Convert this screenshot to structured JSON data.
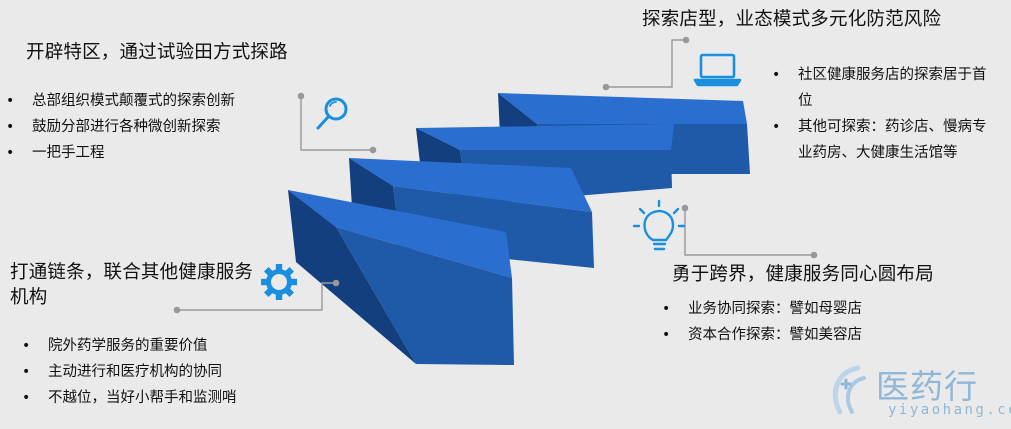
{
  "sections": {
    "top_left": {
      "title": "开辟特区，通过试验田方式探路",
      "bullets": [
        "总部组织模式颠覆式的探索创新",
        "鼓励分部进行各种微创新探索",
        "一把手工程"
      ]
    },
    "top_right": {
      "title": "探索店型，业态模式多元化防范风险",
      "bullets": [
        "社区健康服务店的探索居于首位",
        "其他可探索：药诊店、慢病专业药房、大健康生活馆等"
      ]
    },
    "bottom_left": {
      "title": "打通链条，联合其他健康服务机构",
      "bullets": [
        "院外药学服务的重要价值",
        "主动进行和医疗机构的协同",
        "不越位，当好小帮手和监测哨"
      ]
    },
    "bottom_right": {
      "title": "勇于跨界，健康服务同心圆布局",
      "bullets": [
        "业务协同探索：譬如母婴店",
        "资本合作探索：譬如美容店"
      ]
    }
  },
  "icons": [
    "search-icon",
    "laptop-icon",
    "gear-icon",
    "lightbulb-icon"
  ],
  "watermark": {
    "name": "医药行",
    "url": "yiyaohang.com"
  },
  "colors": {
    "background": "#eaeaea",
    "step_top": "#2a6fd0",
    "step_front": "#1f5aa9",
    "step_side": "#143f7f",
    "icon": "#1a8fe0",
    "connector": "#999999"
  }
}
